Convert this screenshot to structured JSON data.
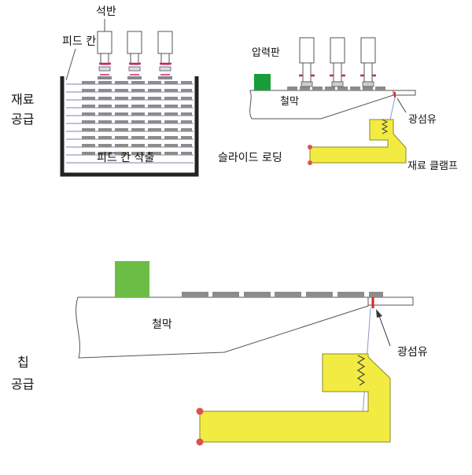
{
  "labels": {
    "material_supply_line1": "재료",
    "material_supply_line2": "공급",
    "chip_supply_line1": "칩",
    "chip_supply_line2": "공급",
    "stone_plate": "석반",
    "feed_slot": "피드 칸",
    "feed_slot_extraction": "피드 칸 삭출",
    "pressure_plate": "압력판",
    "iron_film_top": "철막",
    "optical_fiber_top": "광섬유",
    "slide_loading": "슬라이드 로딩",
    "material_clamp": "재료 클램프",
    "iron_film_bottom": "철막",
    "optical_fiber_bottom": "광섬유"
  },
  "colors": {
    "pressure_plate": "#1a9c3a",
    "pressure_plate_large": "#6cbd45",
    "clamp": "#f2ec42",
    "clamp_stroke": "#8a8a20",
    "chip": "#8c8c8c",
    "fiber_marker": "#e02020",
    "pin_magenta": "#d0206a",
    "clamp_dot": "#e05050"
  },
  "icons": {
    "spring": "spring-icon",
    "arrow": "arrow-icon"
  }
}
